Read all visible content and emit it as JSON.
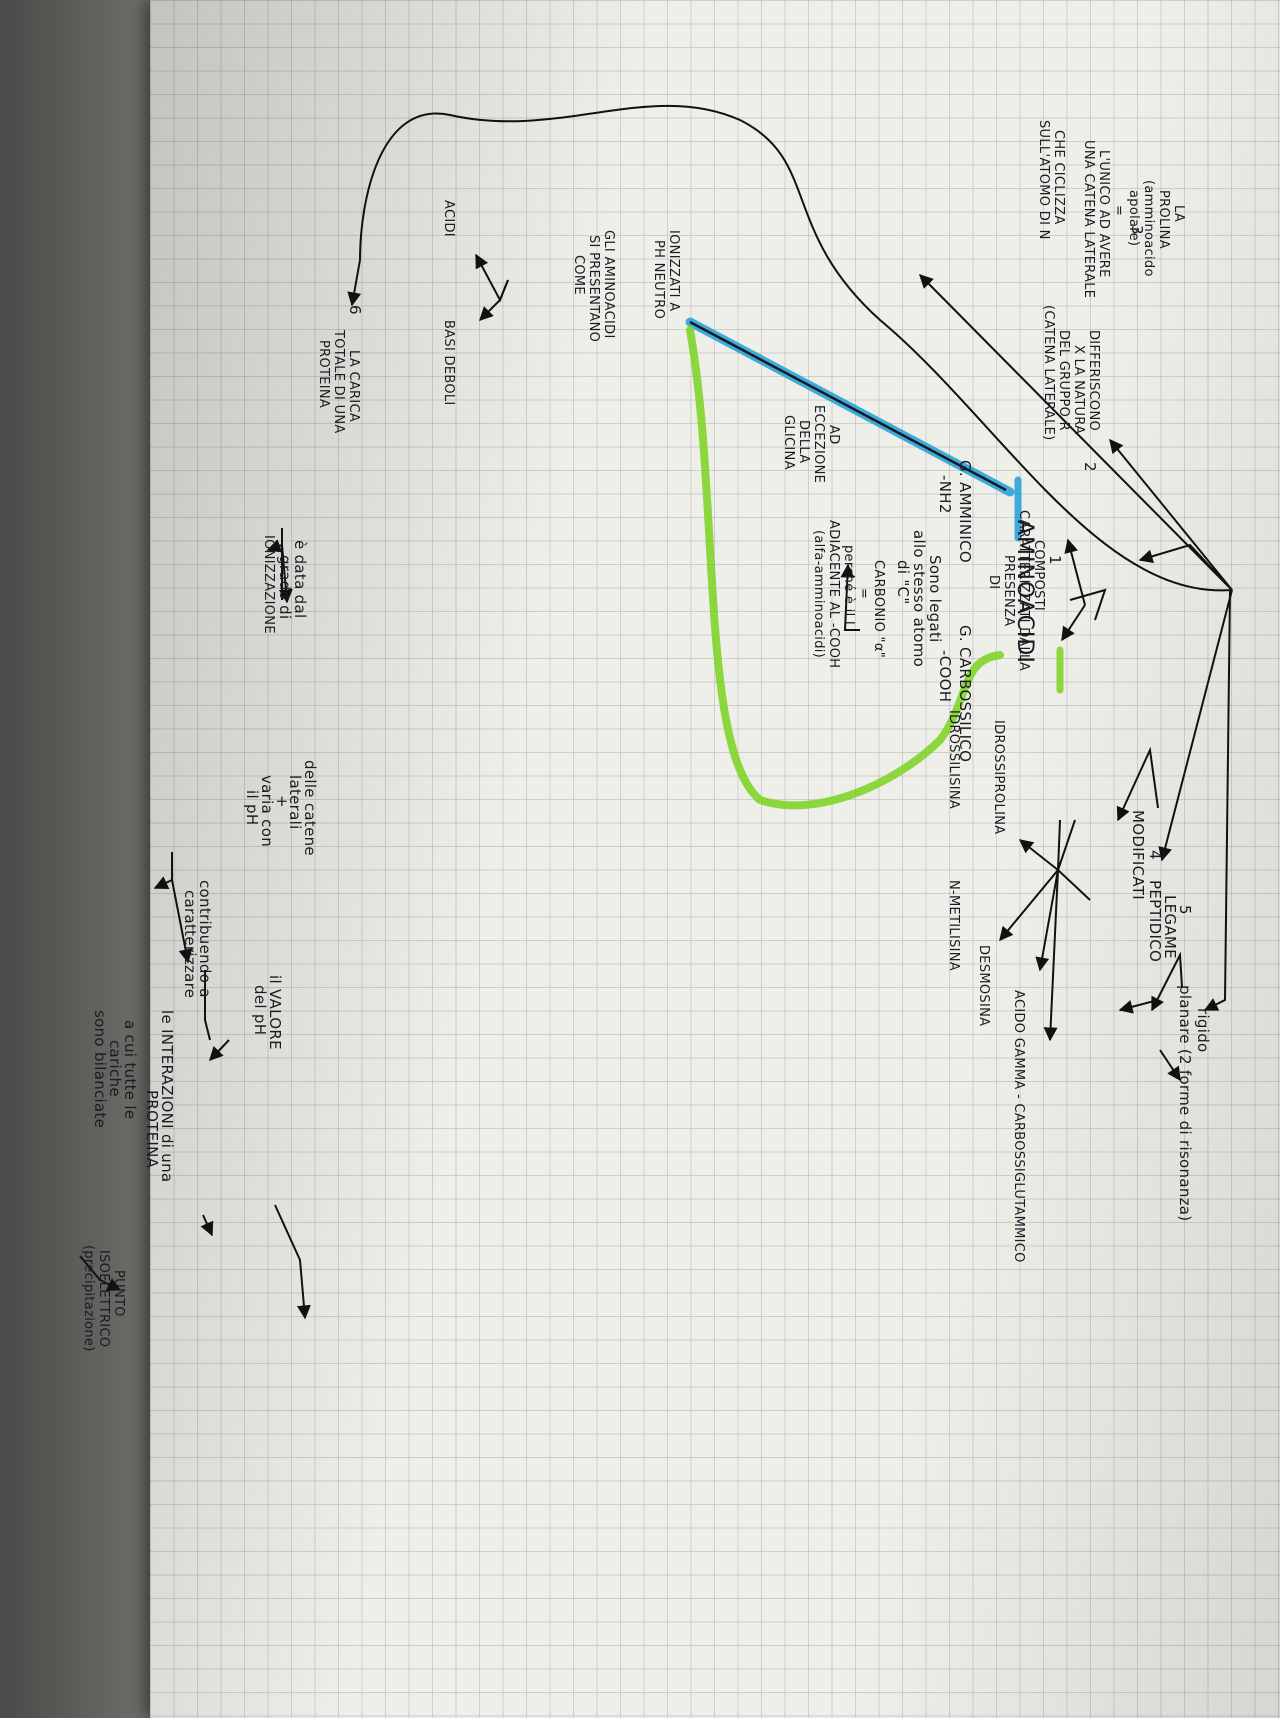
{
  "notes": {
    "title": "AMINOACIDI",
    "n1": "1",
    "n1_line1": "COMPOSTI",
    "n1_line2": "CARATTERIZZATI DALLA",
    "n1_line3": "PRESENZA",
    "n1_line4": "DI",
    "g_amminico": "G. AMMINICO",
    "nh2": "-NH2",
    "g_carbossilico": "G. CARBOSSILICO",
    "cooh": "-COOH",
    "sono_legati_1": "Sono legati",
    "sono_legati_2": "allo stesso atomo",
    "sono_legati_3": "di \"C\"",
    "carbonio": "CARBONIO \"α\"",
    "eq": "=",
    "perche_1": "perché è il I",
    "perche_2": "ADIACENTE AL -COOH",
    "perche_3": "(alfa-amminoacidi)",
    "ad": "AD",
    "eccezione": "ECCEZIONE",
    "della": "DELLA",
    "glicina": "GLICINA",
    "n2": "2",
    "diff_1": "DIFFERISCONO",
    "diff_2": "X LA NATURA",
    "diff_3": "DEL GRUPPO R",
    "diff_4": "(CATENA LATERALE)",
    "n3": "3",
    "prolina_1": "LA",
    "prolina_2": "PROLINA",
    "prolina_3": "(amminoacido",
    "prolina_4": "apolare)",
    "prolina_eq": "=",
    "unico_1": "L'UNICO AD AVERE",
    "unico_2": "UNA CATENA LATERALE",
    "cicl_1": "CHE CICLIZZA",
    "cicl_2": "SULL'ATOMO DI N",
    "ionizzati_1": "IONIZZATI A",
    "ionizzati_2": "PH NEUTRO",
    "gli_aa_1": "GLI AMINOACIDI",
    "gli_aa_2": "SI PRESENTANO",
    "gli_aa_3": "COME",
    "acidi": "ACIDI",
    "basi": "BASI DEBOLI",
    "n4": "4",
    "modificati": "MODIFICATI",
    "idrossiprolina": "IDROSSIPROLINA",
    "idrossilisina": "IDROSSILISINA",
    "n_metil": "N-METILISINA",
    "desmosina": "DESMOSINA",
    "gamma": "ACIDO GAMMA - CARBOSSIGLUTAMMICO",
    "n5": "5",
    "legame_1": "LEGAME",
    "legame_2": "PEPTIDICO",
    "rigido": "rigido",
    "planare": "planare (2 forme di risonanza)",
    "n6": "6",
    "carica_1": "LA CARICA",
    "carica_2": "TOTALE DI UNA",
    "carica_3": "PROTEINA",
    "data_1": "è data dal",
    "data_2": "grado di",
    "data_3": "IONIZZAZIONE",
    "catene_1": "delle catene",
    "catene_2": "laterali",
    "plus": "+",
    "varia_1": "varia con",
    "varia_2": "il pH",
    "valore_1": "il VALORE",
    "valore_2": "del pH",
    "cui_1": "a cui tutte le",
    "cui_2": "cariche",
    "cui_3": "sono bilanciate",
    "punto_1": "PUNTO",
    "punto_2": "ISOELETTRICO",
    "punto_3": "(precipitazione)",
    "contr_1": "contribuendo a",
    "contr_2": "caratterizzare",
    "inter_1": "le INTERAZIONI di una",
    "inter_2": "PROTEINA"
  },
  "colors": {
    "paper": "#efefe9",
    "ink": "#1a1a22",
    "highlight_blue": "#2fa6d8",
    "highlight_green": "#7fd42a"
  }
}
